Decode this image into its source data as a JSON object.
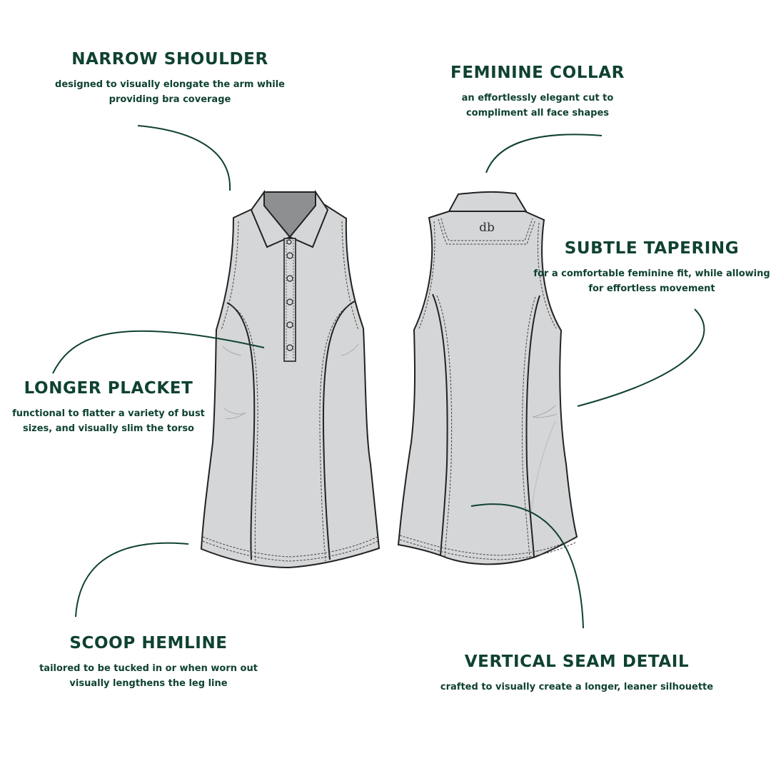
{
  "colors": {
    "accent": "#0f4230",
    "garment_fill": "#d5d6d8",
    "garment_outline": "#222222",
    "collar_inner": "#8e8f91"
  },
  "logo_text": "db",
  "callouts": {
    "narrow_shoulder": {
      "title": "NARROW SHOULDER",
      "line1": "designed to visually elongate the arm while",
      "line2": "providing bra coverage"
    },
    "feminine_collar": {
      "title": "FEMININE COLLAR",
      "line1": "an effortlessly elegant cut to",
      "line2": "compliment all face shapes"
    },
    "subtle_tapering": {
      "title": "SUBTLE TAPERING",
      "line1": "for a comfortable feminine fit, while allowing",
      "line2": "for effortless movement"
    },
    "longer_placket": {
      "title": "LONGER PLACKET",
      "line1": "functional to flatter a variety of bust",
      "line2": "sizes, and visually slim the torso"
    },
    "scoop_hemline": {
      "title": "SCOOP HEMLINE",
      "line1": "tailored to be tucked in or when worn out",
      "line2": "visually lengthens the leg line"
    },
    "vertical_seam": {
      "title": "VERTICAL SEAM DETAIL",
      "line1": "crafted to visually create a longer, leaner silhouette"
    }
  }
}
